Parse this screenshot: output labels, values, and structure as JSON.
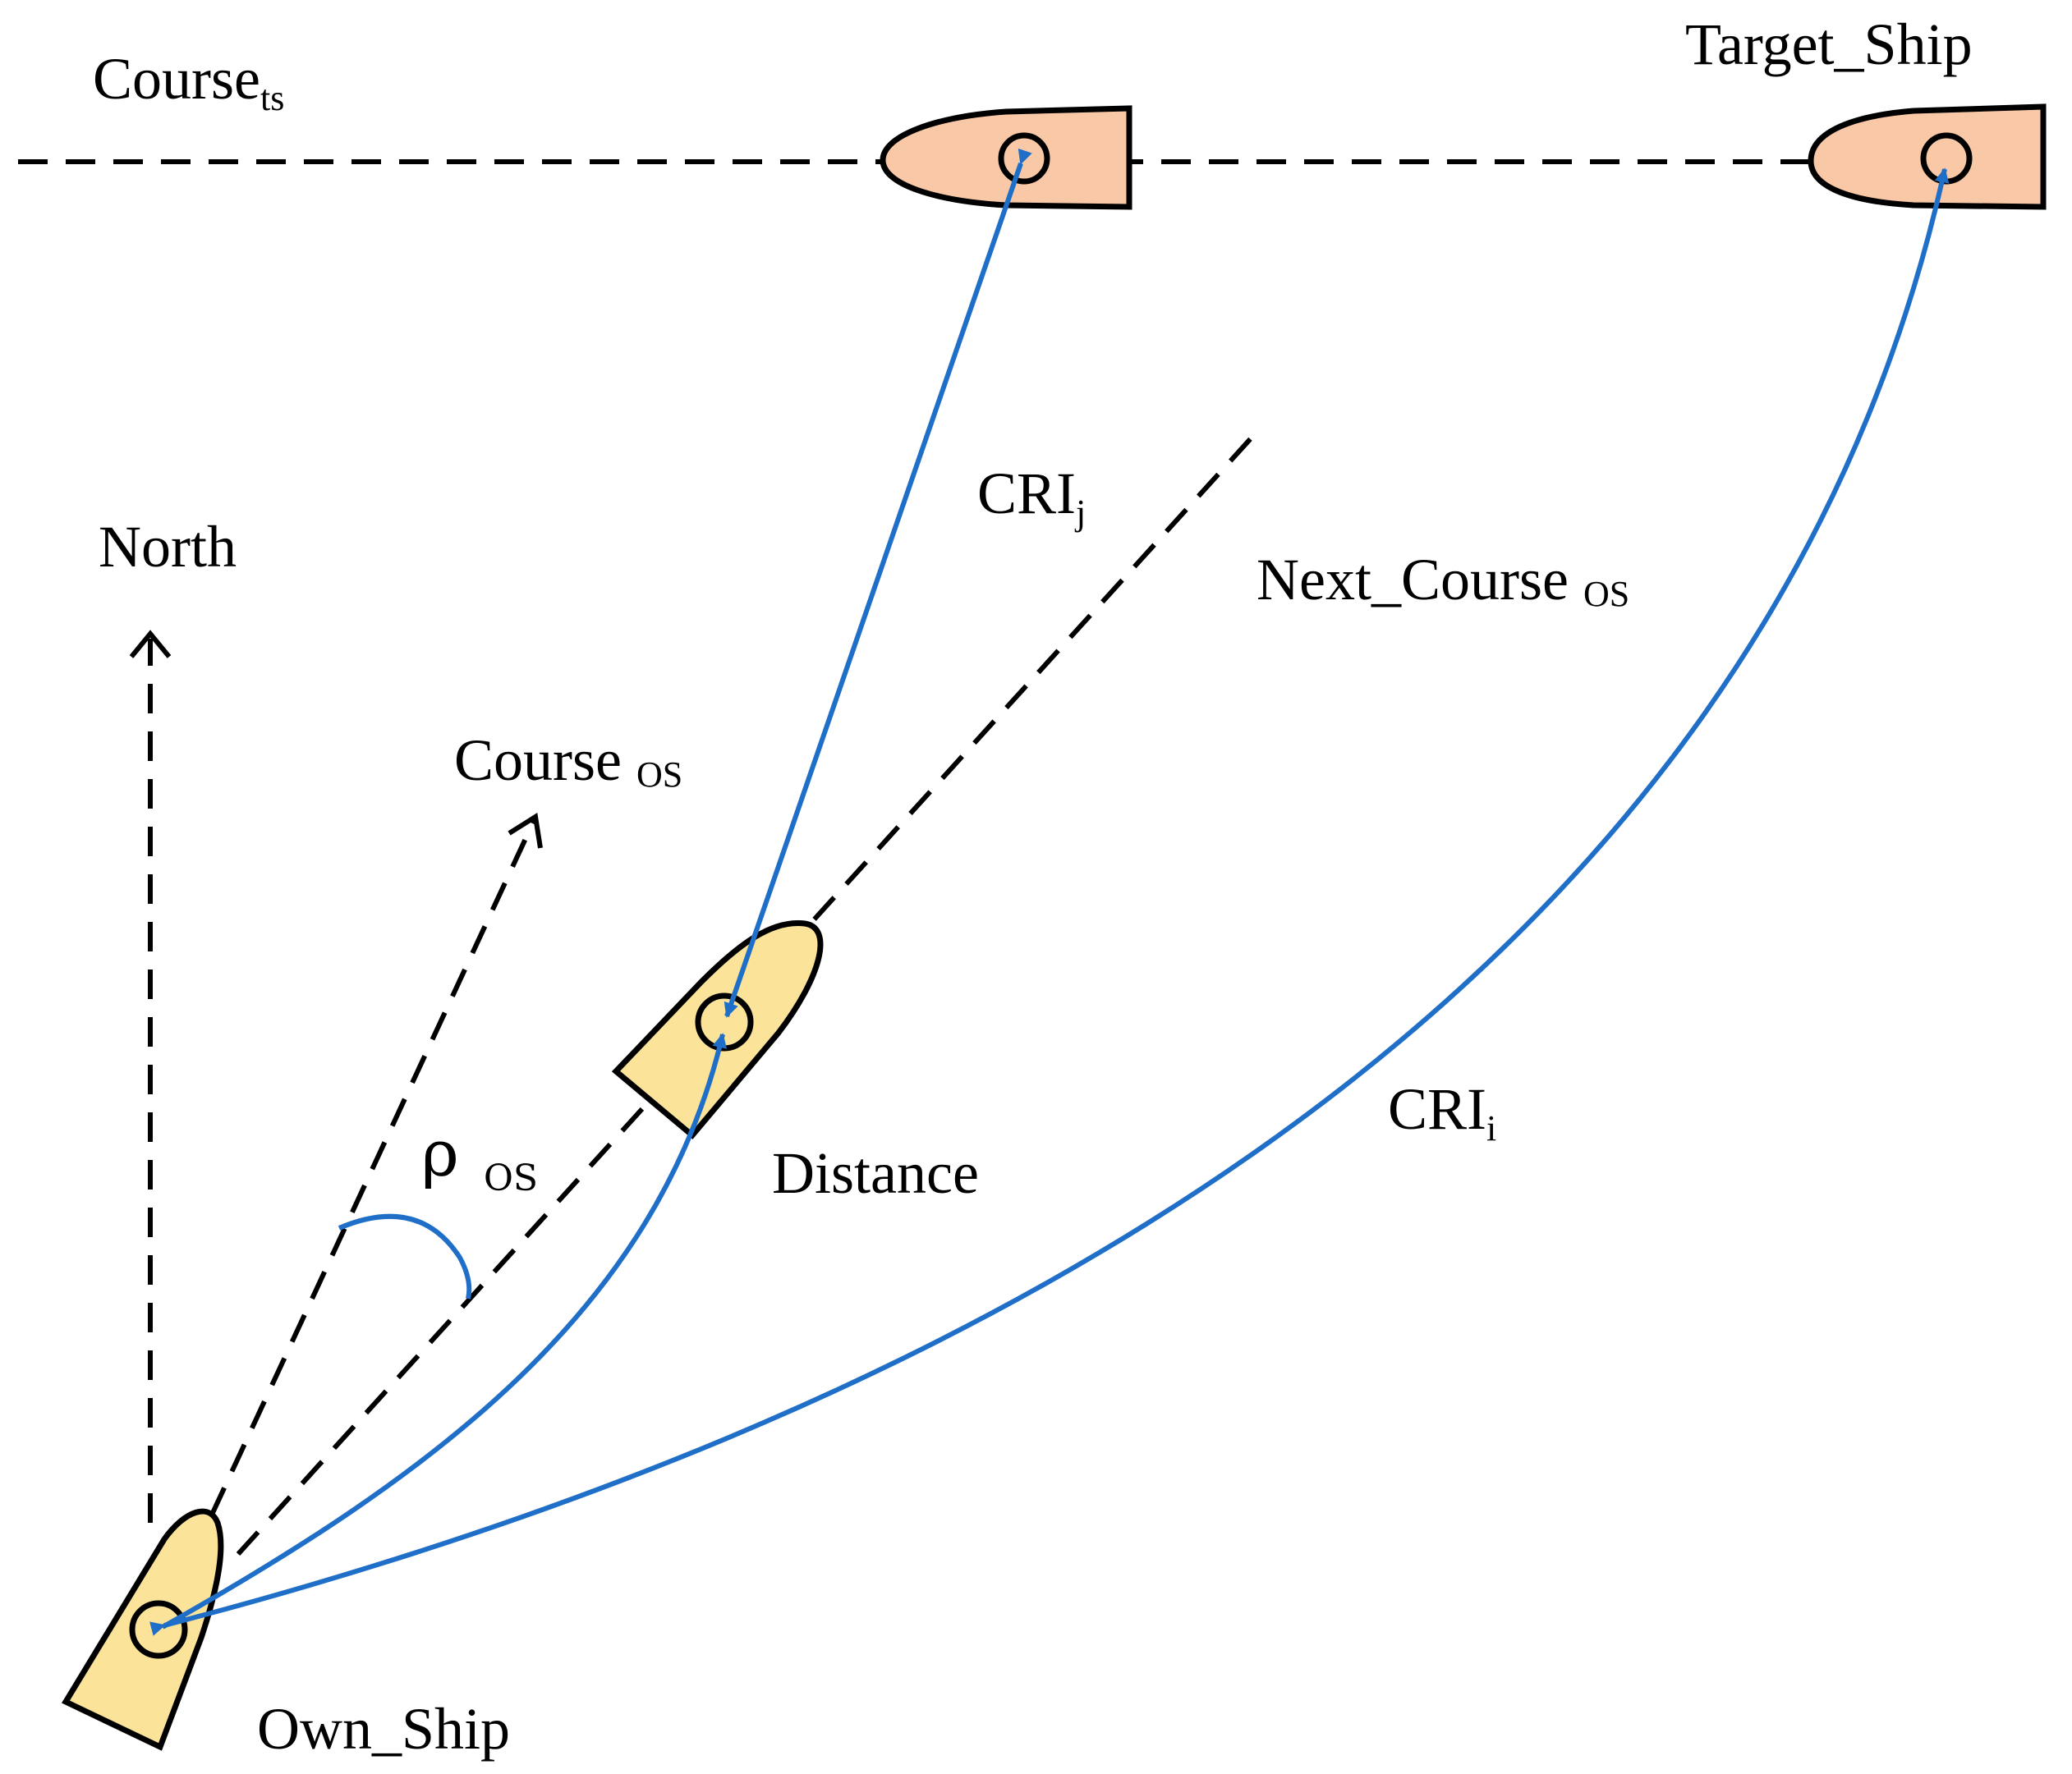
{
  "diagram": {
    "labels": {
      "course_ts": {
        "main": "Course",
        "sub": "ts"
      },
      "target_ship": "Target_Ship",
      "north": "North",
      "cri_j": {
        "main": "CRI",
        "sub": "j"
      },
      "next_course_os": {
        "main": "Next_Course",
        "sub": "OS"
      },
      "course_os": {
        "main": "Course",
        "sub": "OS"
      },
      "rho_os": {
        "main": "ρ",
        "sub": "OS"
      },
      "distance": "Distance",
      "cri_i": {
        "main": "CRI",
        "sub": "i"
      },
      "own_ship": "Own_Ship"
    },
    "colors": {
      "own_ship_fill": "#fbe39a",
      "target_ship_fill": "#f9c8a6",
      "link_blue": "#1f6fc8",
      "line": "#000000"
    }
  }
}
